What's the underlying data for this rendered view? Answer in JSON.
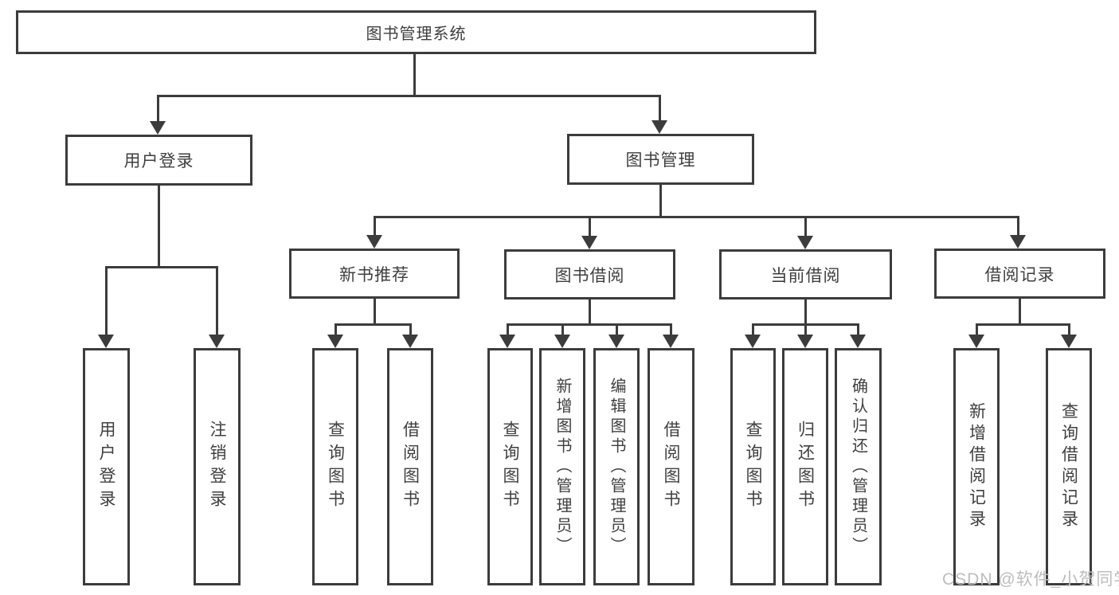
{
  "diagram": {
    "root": {
      "label": "图书管理系统"
    },
    "user_login": {
      "label": "用户登录",
      "children": [
        "用户登录",
        "注销登录"
      ]
    },
    "book_mgmt": {
      "label": "图书管理",
      "new_book_rec": {
        "label": "新书推荐",
        "children": [
          "查询图书",
          "借阅图书"
        ]
      },
      "book_borrow": {
        "label": "图书借阅",
        "children": [
          "查询图书",
          "新增图书（管理员）",
          "编辑图书（管理员）",
          "借阅图书"
        ]
      },
      "current_borrow": {
        "label": "当前借阅",
        "children": [
          "查询图书",
          "归还图书",
          "确认归还（管理员）"
        ]
      },
      "borrow_record": {
        "label": "借阅记录",
        "children": [
          "新增借阅记录",
          "查询借阅记录"
        ]
      }
    },
    "line_color": "#3c3c3c",
    "watermark": "CSDN @软件_小贺同学"
  }
}
